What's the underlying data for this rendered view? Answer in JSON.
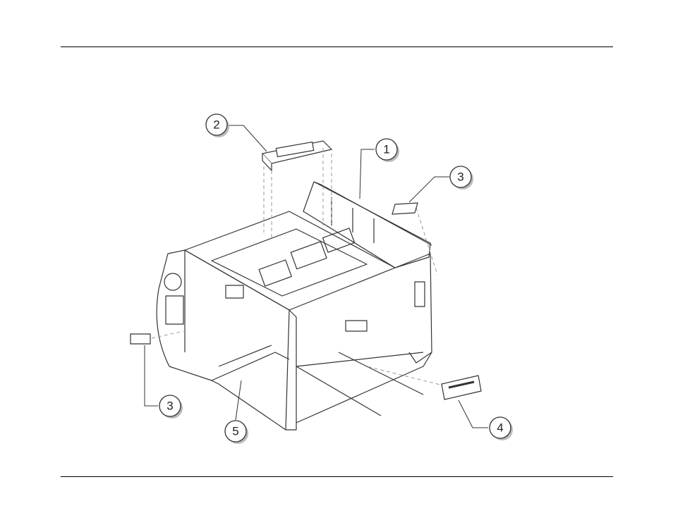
{
  "figure": {
    "callouts": [
      {
        "label": "1"
      },
      {
        "label": "2"
      },
      {
        "label": "3"
      },
      {
        "label": "3"
      },
      {
        "label": "4"
      },
      {
        "label": "5"
      }
    ]
  },
  "colors": {
    "line": "#333333",
    "callout_fill": "#ffffff",
    "shadow": "#bbbbbb"
  }
}
